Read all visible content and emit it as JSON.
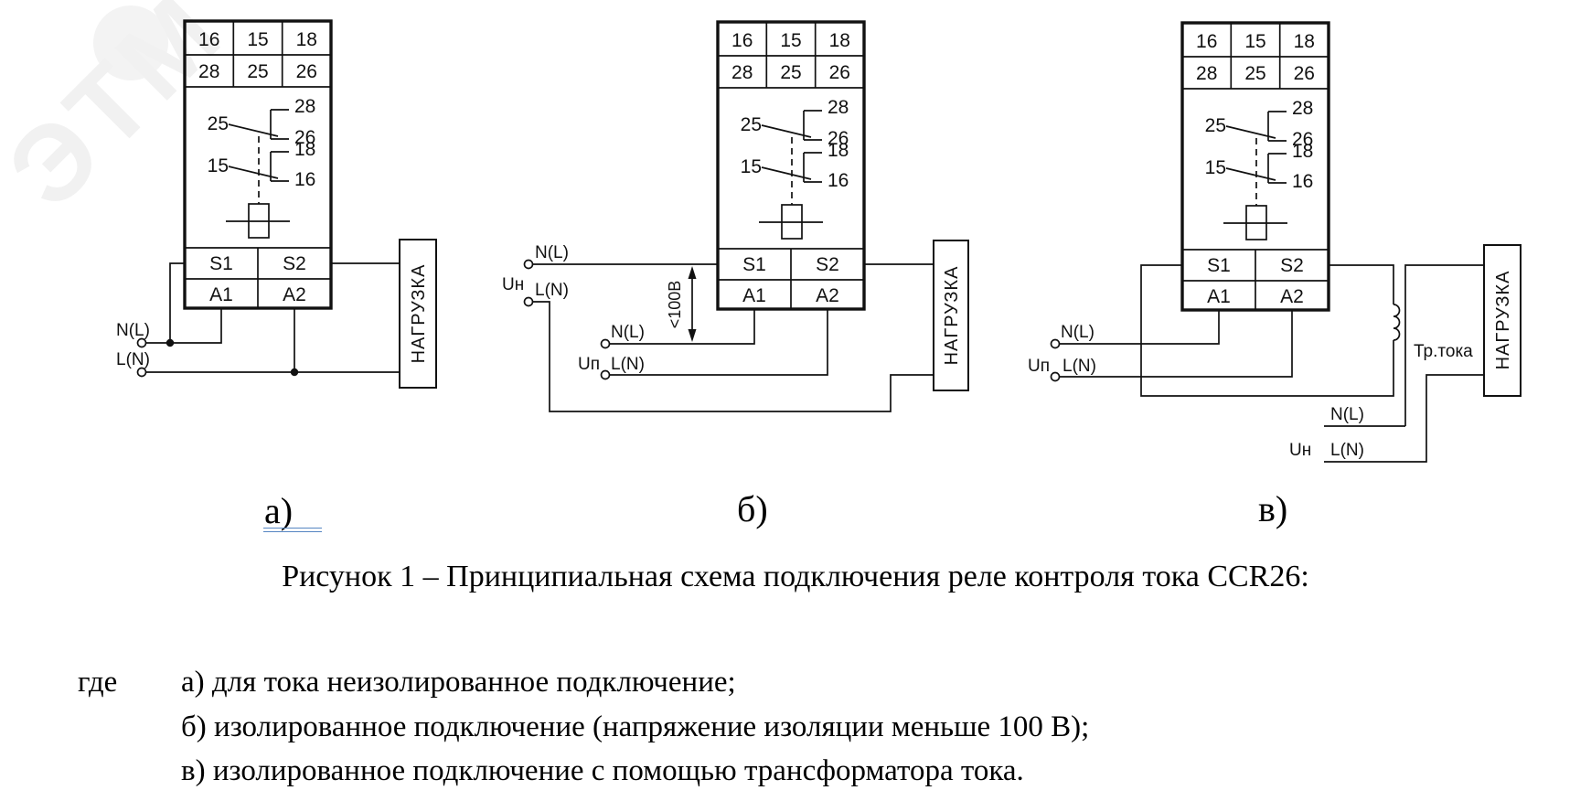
{
  "watermark": "ЭТМ",
  "relay": {
    "row1": [
      "16",
      "15",
      "18"
    ],
    "row2": [
      "28",
      "25",
      "26"
    ],
    "contact1": {
      "common": "25",
      "no": "28",
      "nc": "26"
    },
    "contact2": {
      "common": "15",
      "no": "18",
      "nc": "16"
    },
    "s1": "S1",
    "s2": "S2",
    "a1": "A1",
    "a2": "A2"
  },
  "load_label": "НАГРУЗКА",
  "diagram_a": {
    "label": "а)",
    "n_l": "N(L)",
    "l_n": "L(N)"
  },
  "diagram_b": {
    "label": "б)",
    "u_n": "Uн",
    "u_p": "Uп",
    "n_l": "N(L)",
    "l_n": "L(N)",
    "iso": "<100В"
  },
  "diagram_c": {
    "label": "в)",
    "u_n": "Uн",
    "u_p": "Uп",
    "n_l": "N(L)",
    "l_n": "L(N)",
    "ct": "Тр.тока"
  },
  "caption": "Рисунок 1 – Принципиальная схема подключения реле контроля тока CCR26:",
  "legend": {
    "intro": "где",
    "item_a": "а) для тока неизолированное подключение;",
    "item_b": "б) изолированное подключение (напряжение изоляции меньше 100 В);",
    "item_c": "в) изолированное подключение с помощью трансформатора тока."
  }
}
